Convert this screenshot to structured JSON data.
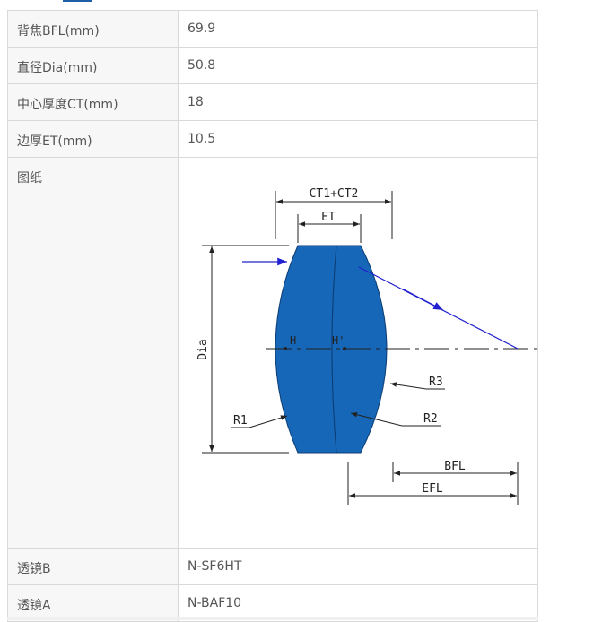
{
  "spec_table": {
    "rows": [
      {
        "label": "背焦BFL(mm)",
        "value": "69.9"
      },
      {
        "label": "直径Dia(mm)",
        "value": "50.8"
      },
      {
        "label": "中心厚度CT(mm)",
        "value": "18"
      },
      {
        "label": "边厚ET(mm)",
        "value": "10.5"
      }
    ],
    "drawing_label": "图纸",
    "rows_after": [
      {
        "label": "透镜B",
        "value": "N-SF6HT"
      },
      {
        "label": "透镜A",
        "value": "N-BAF10"
      }
    ]
  },
  "drawing": {
    "labels": {
      "ct": "CT1+CT2",
      "et": "ET",
      "dia": "Dia",
      "h": "H",
      "h_prime": "H'",
      "r1": "R1",
      "r2": "R2",
      "r3": "R3",
      "bfl": "BFL",
      "efl": "EFL"
    },
    "colors": {
      "lens_fill": "#1667b7",
      "ray": "#2020d0",
      "line": "#222222"
    }
  }
}
